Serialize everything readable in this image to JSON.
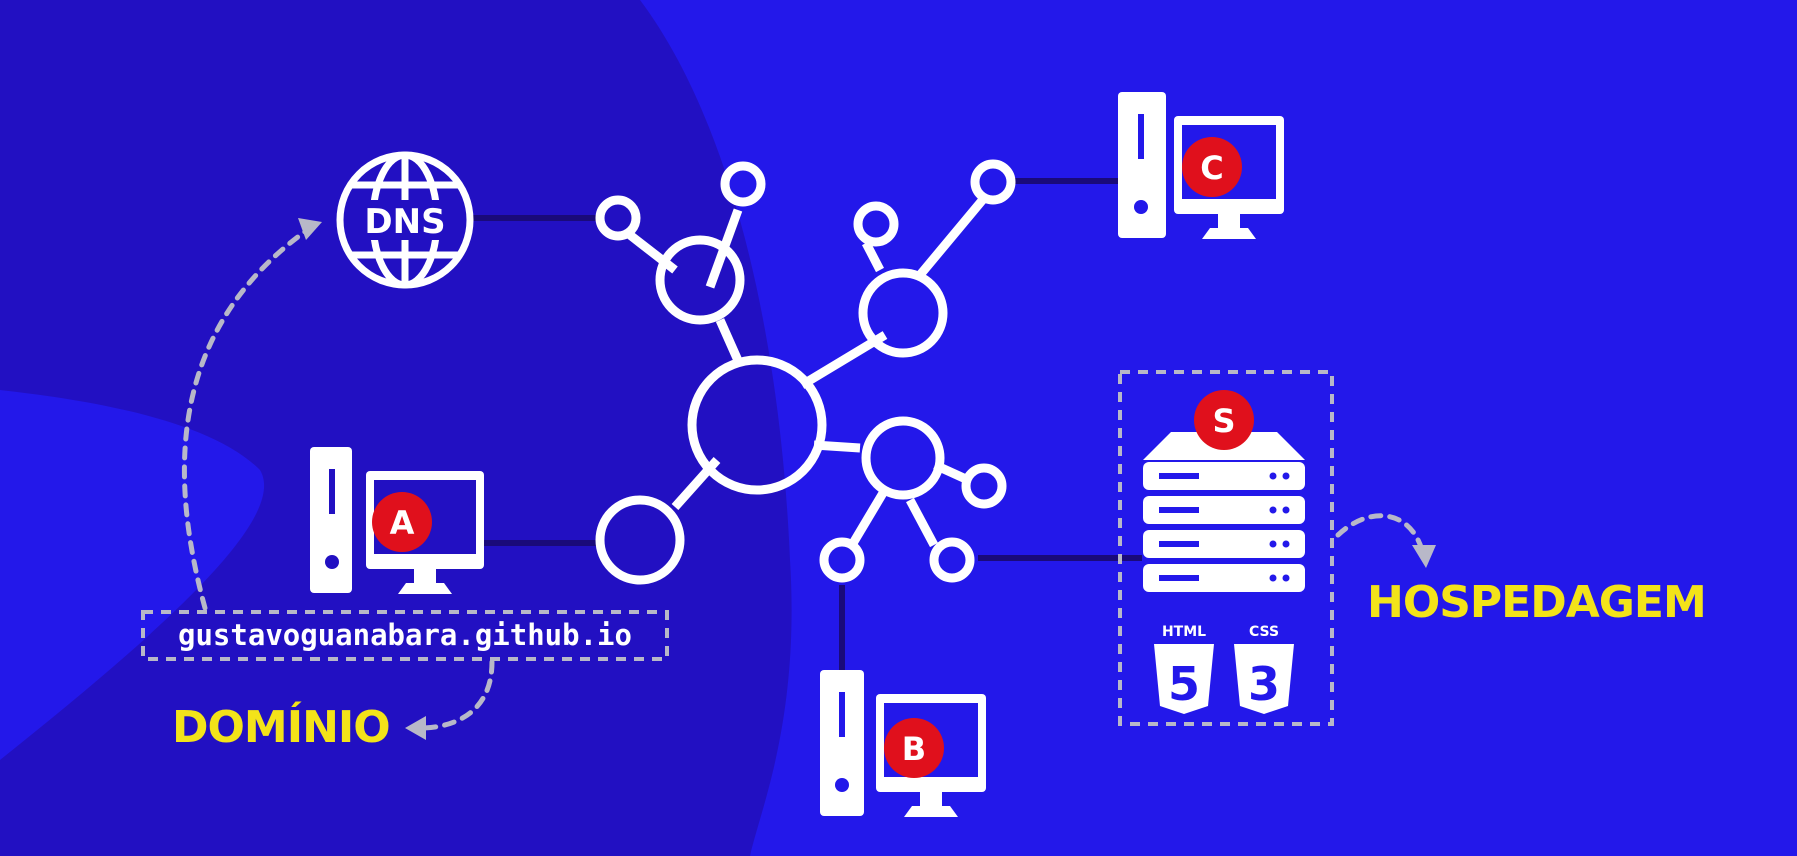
{
  "colors": {
    "background": "#2318ea",
    "shadow_shape": "#2210c2",
    "white": "#ffffff",
    "link_line": "#1a0a7a",
    "badge_red": "#e0101c",
    "label_yellow": "#f3e319",
    "dashed_gray": "#b8b8c8"
  },
  "dns": {
    "label": "DNS",
    "icon": "globe-icon"
  },
  "computers": [
    {
      "badge": "A",
      "icon": "desktop-computer-icon"
    },
    {
      "badge": "B",
      "icon": "desktop-computer-icon"
    },
    {
      "badge": "C",
      "icon": "desktop-computer-icon"
    }
  ],
  "server": {
    "badge": "S",
    "icon": "server-rack-icon"
  },
  "tech_badges": [
    {
      "label": "HTML",
      "number": "5",
      "icon": "html5-shield-icon"
    },
    {
      "label": "CSS",
      "number": "3",
      "icon": "css3-shield-icon"
    }
  ],
  "domain_box": {
    "text": "gustavoguanabara.github.io"
  },
  "labels": {
    "domain": "DOMÍNIO",
    "hosting": "HOSPEDAGEM"
  }
}
